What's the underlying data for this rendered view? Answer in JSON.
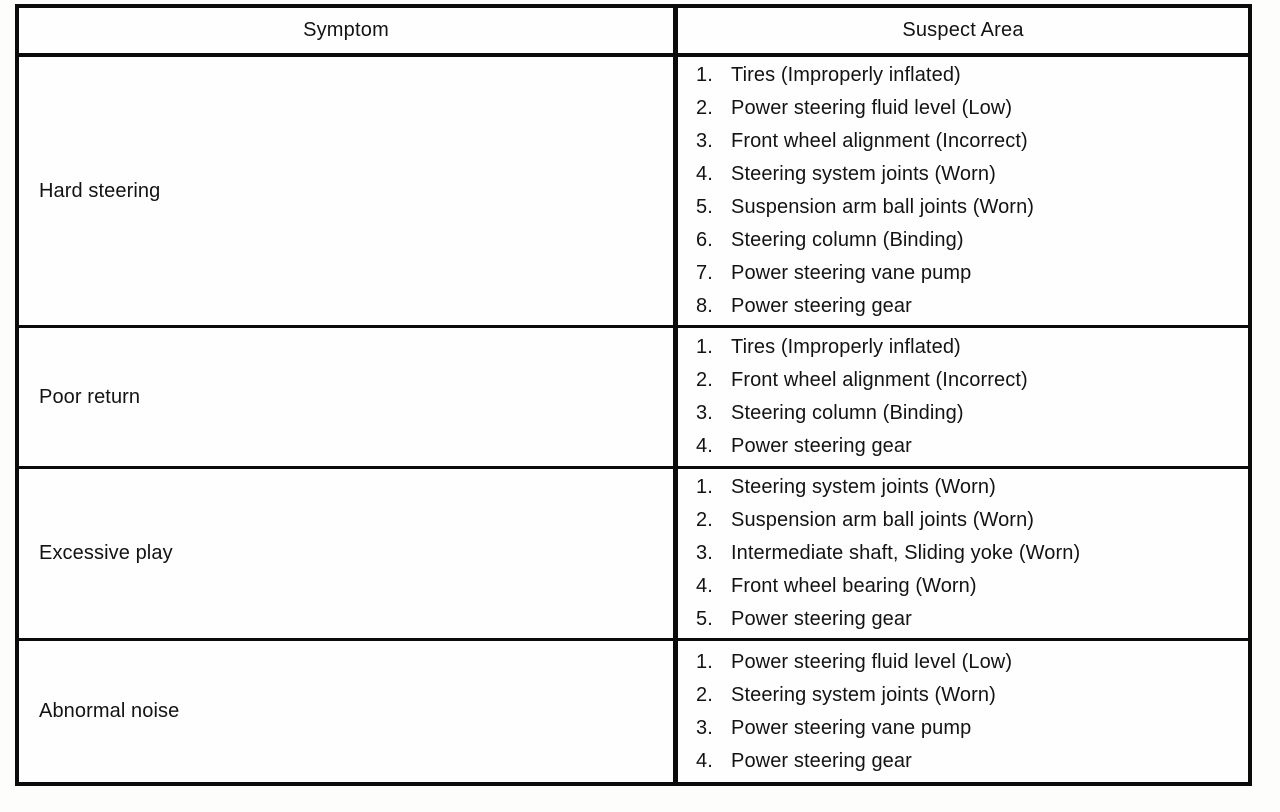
{
  "table": {
    "headers": {
      "symptom": "Symptom",
      "suspect_area": "Suspect Area"
    },
    "rows": [
      {
        "symptom": "Hard steering",
        "suspects": [
          "Tires (Improperly inflated)",
          "Power steering fluid level (Low)",
          "Front wheel alignment (Incorrect)",
          "Steering system joints (Worn)",
          "Suspension arm ball joints (Worn)",
          "Steering column (Binding)",
          "Power steering vane pump",
          "Power steering gear"
        ]
      },
      {
        "symptom": "Poor return",
        "suspects": [
          "Tires (Improperly inflated)",
          "Front wheel alignment (Incorrect)",
          "Steering column (Binding)",
          "Power steering gear"
        ]
      },
      {
        "symptom": "Excessive play",
        "suspects": [
          "Steering system joints (Worn)",
          "Suspension arm ball joints (Worn)",
          "Intermediate shaft, Sliding yoke (Worn)",
          "Front wheel bearing (Worn)",
          "Power steering gear"
        ]
      },
      {
        "symptom": "Abnormal noise",
        "suspects": [
          "Power steering fluid level (Low)",
          "Steering system joints (Worn)",
          "Power steering vane pump",
          "Power steering gear"
        ]
      }
    ],
    "colors": {
      "border": "#0b0b0b",
      "text": "#131313",
      "background": "#fefefe"
    }
  }
}
